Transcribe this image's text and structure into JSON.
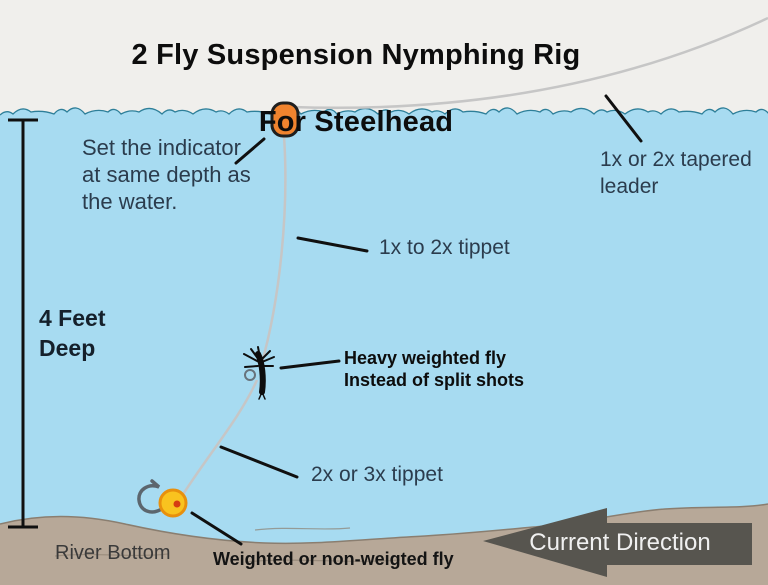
{
  "title": {
    "line1": "2 Fly Suspension Nymphing Rig",
    "line2": "For Steelhead"
  },
  "labels": {
    "indicator_note": "Set the indicator\nat same depth as\nthe water.",
    "tapered_leader": "1x or 2x tapered\nleader",
    "upper_tippet": "1x to 2x tippet",
    "depth": "4 Feet\nDeep",
    "heavy_fly": "Heavy weighted fly\nInstead of split shots",
    "lower_tippet": "2x or 3x tippet",
    "river_bottom": "River Bottom",
    "bottom_fly": "Weighted or non-weigted fly",
    "current_direction": "Current Direction"
  },
  "icons": {
    "strike_indicator": "orange-pill-bobber",
    "nymph_fly": "black-nymph-bug",
    "egg_fly": "yellow-egg-with-hook",
    "current_arrow": "left-pointing-block-arrow",
    "depth_marker": "vertical-capped-measure-line"
  },
  "colors": {
    "sky": "#f0efec",
    "water": "#a7dbf1",
    "wave_line": "#2e7f99",
    "line": "#c6c6c6",
    "indicator": "#f0832e",
    "indicator_border": "#1f1f1f",
    "egg_fly": "#f9c31f",
    "egg_rim": "#e8900d",
    "egg_dot": "#d63d12",
    "hook": "#5c666e",
    "river_bottom": "#b7a898",
    "arrow": "#57554f",
    "pointer": "#101010"
  }
}
